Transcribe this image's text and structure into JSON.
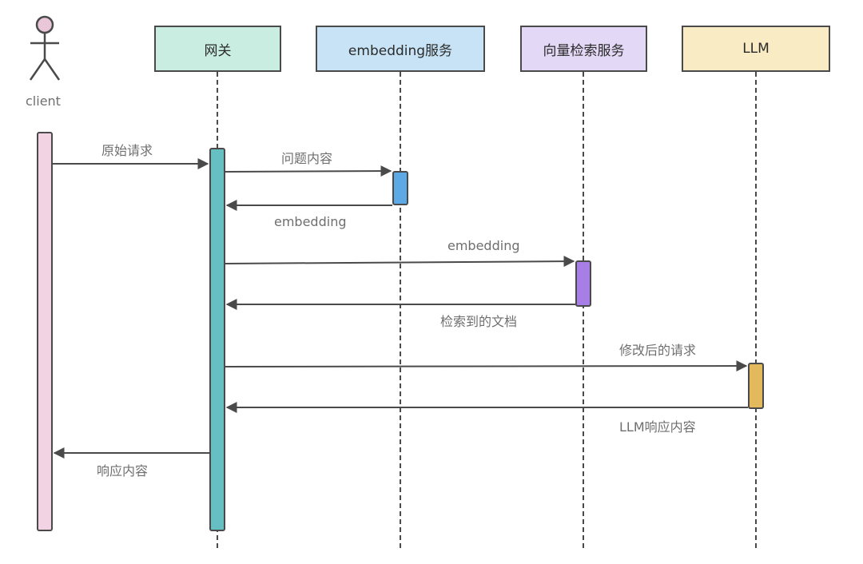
{
  "actor": {
    "label": "client",
    "icon": "stick-figure-icon",
    "head_color": "#e9c6d8",
    "activation_color": "#f2d3e3"
  },
  "participants": [
    {
      "id": "gateway",
      "label": "网关",
      "color": "#c9ede0",
      "activation_color": "#66c0c3"
    },
    {
      "id": "embedding",
      "label": "embedding服务",
      "color": "#c7e3f5",
      "activation_color": "#5ca9e6"
    },
    {
      "id": "vector",
      "label": "向量检索服务",
      "color": "#e3d8f5",
      "activation_color": "#a77de6"
    },
    {
      "id": "llm",
      "label": "LLM",
      "color": "#f9ebc4",
      "activation_color": "#e2b95c"
    }
  ],
  "messages": [
    {
      "from": "client",
      "to": "gateway",
      "label": "原始请求"
    },
    {
      "from": "gateway",
      "to": "embedding",
      "label": "问题内容"
    },
    {
      "from": "embedding",
      "to": "gateway",
      "label": "embedding"
    },
    {
      "from": "gateway",
      "to": "vector",
      "label": "embedding"
    },
    {
      "from": "vector",
      "to": "gateway",
      "label": "检索到的文档"
    },
    {
      "from": "gateway",
      "to": "llm",
      "label": "修改后的请求"
    },
    {
      "from": "llm",
      "to": "gateway",
      "label": "LLM响应内容"
    },
    {
      "from": "gateway",
      "to": "client",
      "label": "响应内容"
    }
  ]
}
